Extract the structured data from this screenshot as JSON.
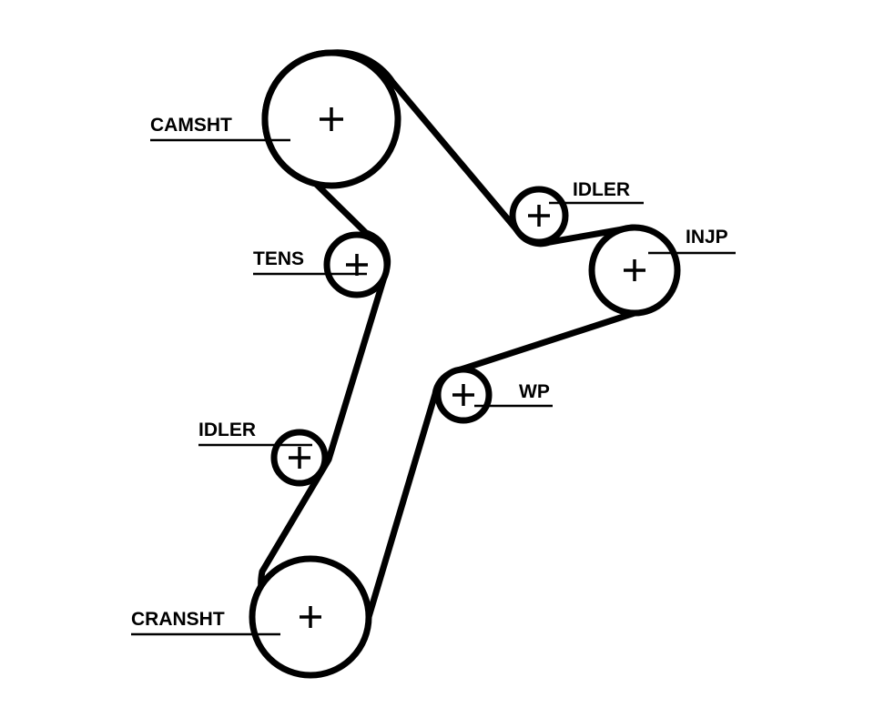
{
  "diagram": {
    "labels": {
      "camshaft": "CAMSHT",
      "tensioner": "TENS",
      "idler_lower": "IDLER",
      "crankshaft": "CRANSHT",
      "idler_upper": "IDLER",
      "injection_pump": "INJP",
      "water_pump": "WP"
    },
    "colors": {
      "line": "#000000",
      "background": "#ffffff"
    }
  }
}
